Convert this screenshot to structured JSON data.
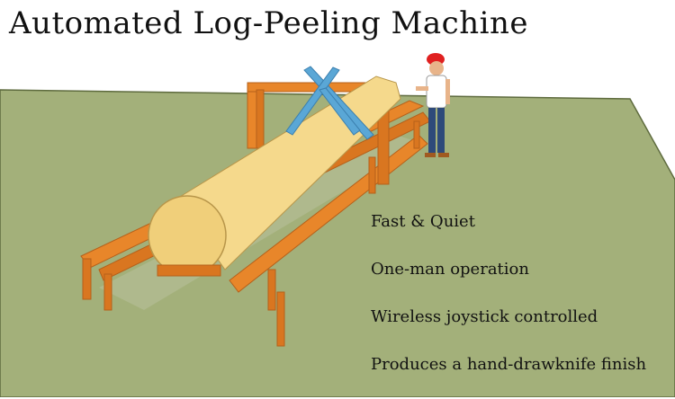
{
  "title": "Automated Log-Peeling Machine",
  "features": [
    "Fast & Quiet",
    "One-man operation",
    "Wireless joystick controlled",
    "Produces a hand-drawknife finish"
  ],
  "colors": {
    "ground": "#a3b07a",
    "ground_edge": "#5e6b3e",
    "frame": "#e8862a",
    "frame_dark": "#b5601a",
    "log": "#f5d98c",
    "log_shade": "#e3c070",
    "arms": "#5aa7d6",
    "shirt": "#ffffff",
    "pants": "#2e4a7a",
    "hard_hat": "#e02020"
  }
}
